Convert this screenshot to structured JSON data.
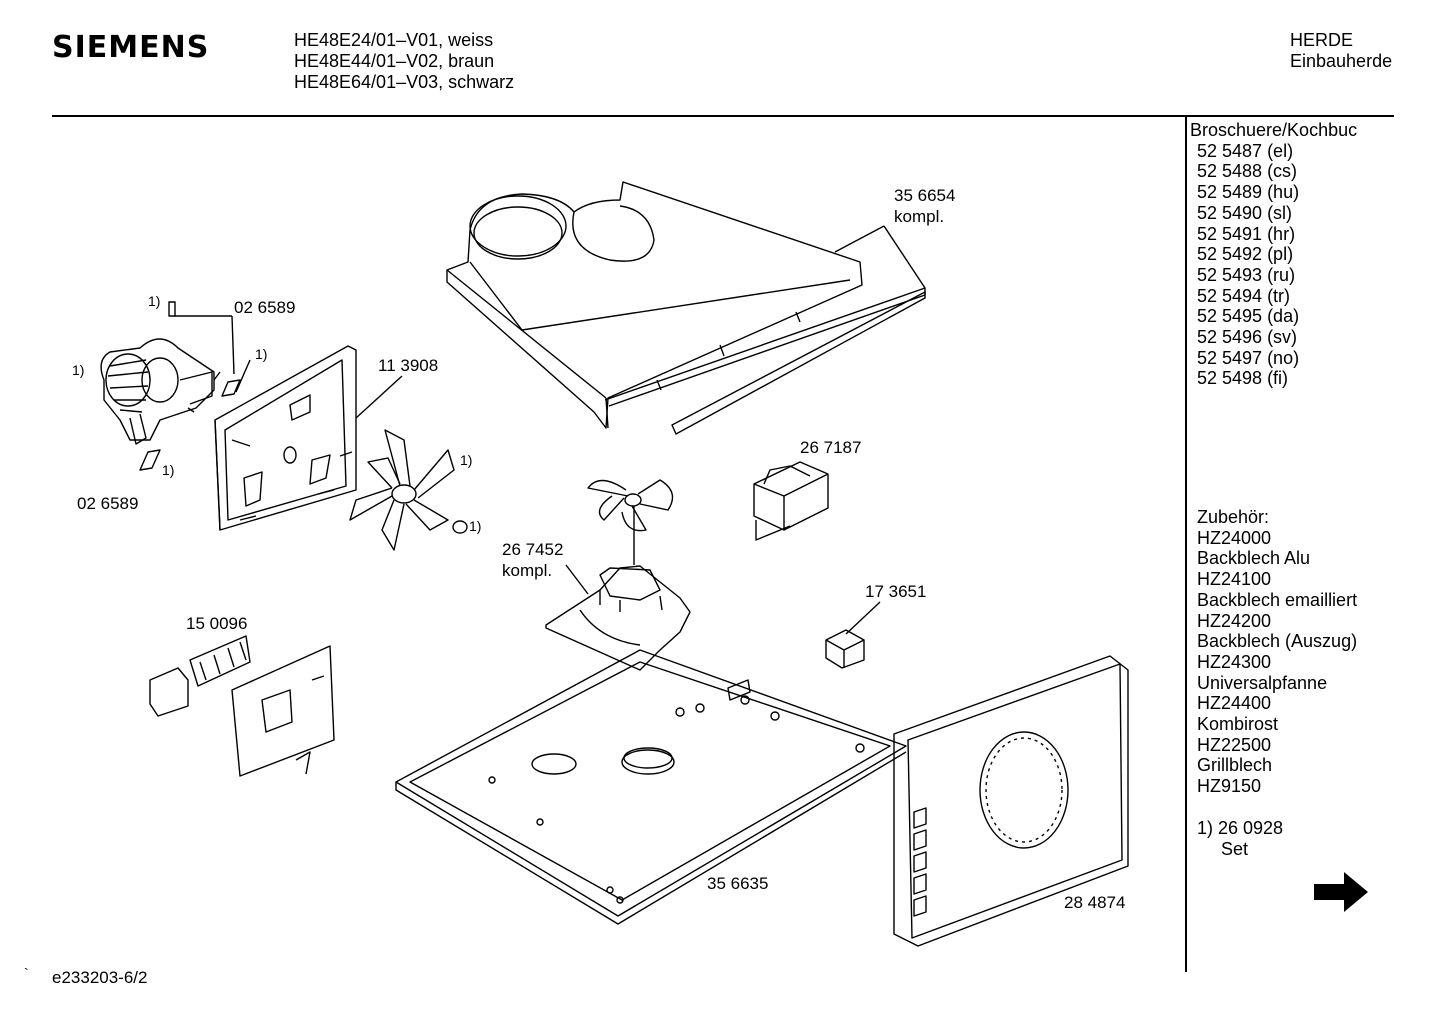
{
  "header": {
    "brand": "SIEMENS",
    "models": [
      "HE48E24/01–V01, weiss",
      "HE48E44/01–V02, braun",
      "HE48E64/01–V03, schwarz"
    ],
    "category": [
      "HERDE",
      "Einbauherde"
    ]
  },
  "sidebar": {
    "brochure_title": "Broschuere/Kochbuc",
    "brochures": [
      "52 5487 (el)",
      "52 5488 (cs)",
      "52 5489 (hu)",
      "52 5490 (sl)",
      "52 5491 (hr)",
      "52 5492 (pl)",
      "52 5493 (ru)",
      "52 5494 (tr)",
      "52 5495 (da)",
      "52 5496 (sv)",
      "52 5497 (no)",
      "52 5498 (fi)"
    ],
    "accessories_title": "Zubehör:",
    "accessories": [
      "HZ24000",
      "Backblech Alu",
      "HZ24100",
      "Backblech emailliert",
      "HZ24200",
      "Backblech (Auszug)",
      "HZ24300",
      "Universalpfanne",
      "HZ24400",
      "Kombirost",
      "HZ22500",
      "Grillblech",
      "HZ9150"
    ],
    "footnote_ref": "1)  26 0928",
    "footnote_sub": "Set",
    "next_icon": "arrow-right-icon"
  },
  "labels": {
    "p356654": "35 6654",
    "p356654_sub": "kompl.",
    "p026589_top": "02 6589",
    "p026589_bottom": "02 6589",
    "p113908": "11 3908",
    "p267187": "26 7187",
    "p267452": "26 7452",
    "p267452_sub": "kompl.",
    "p173651": "17 3651",
    "p150096": "15 0096",
    "p356635": "35 6635",
    "p284874": "28 4874",
    "fn_a": "1)",
    "fn_b": "1)",
    "fn_c": "1)",
    "fn_d": "1)",
    "fn_e": "1)",
    "fn_f": "1)"
  },
  "footer": {
    "code": "e233203-6/2",
    "mark": "`"
  }
}
